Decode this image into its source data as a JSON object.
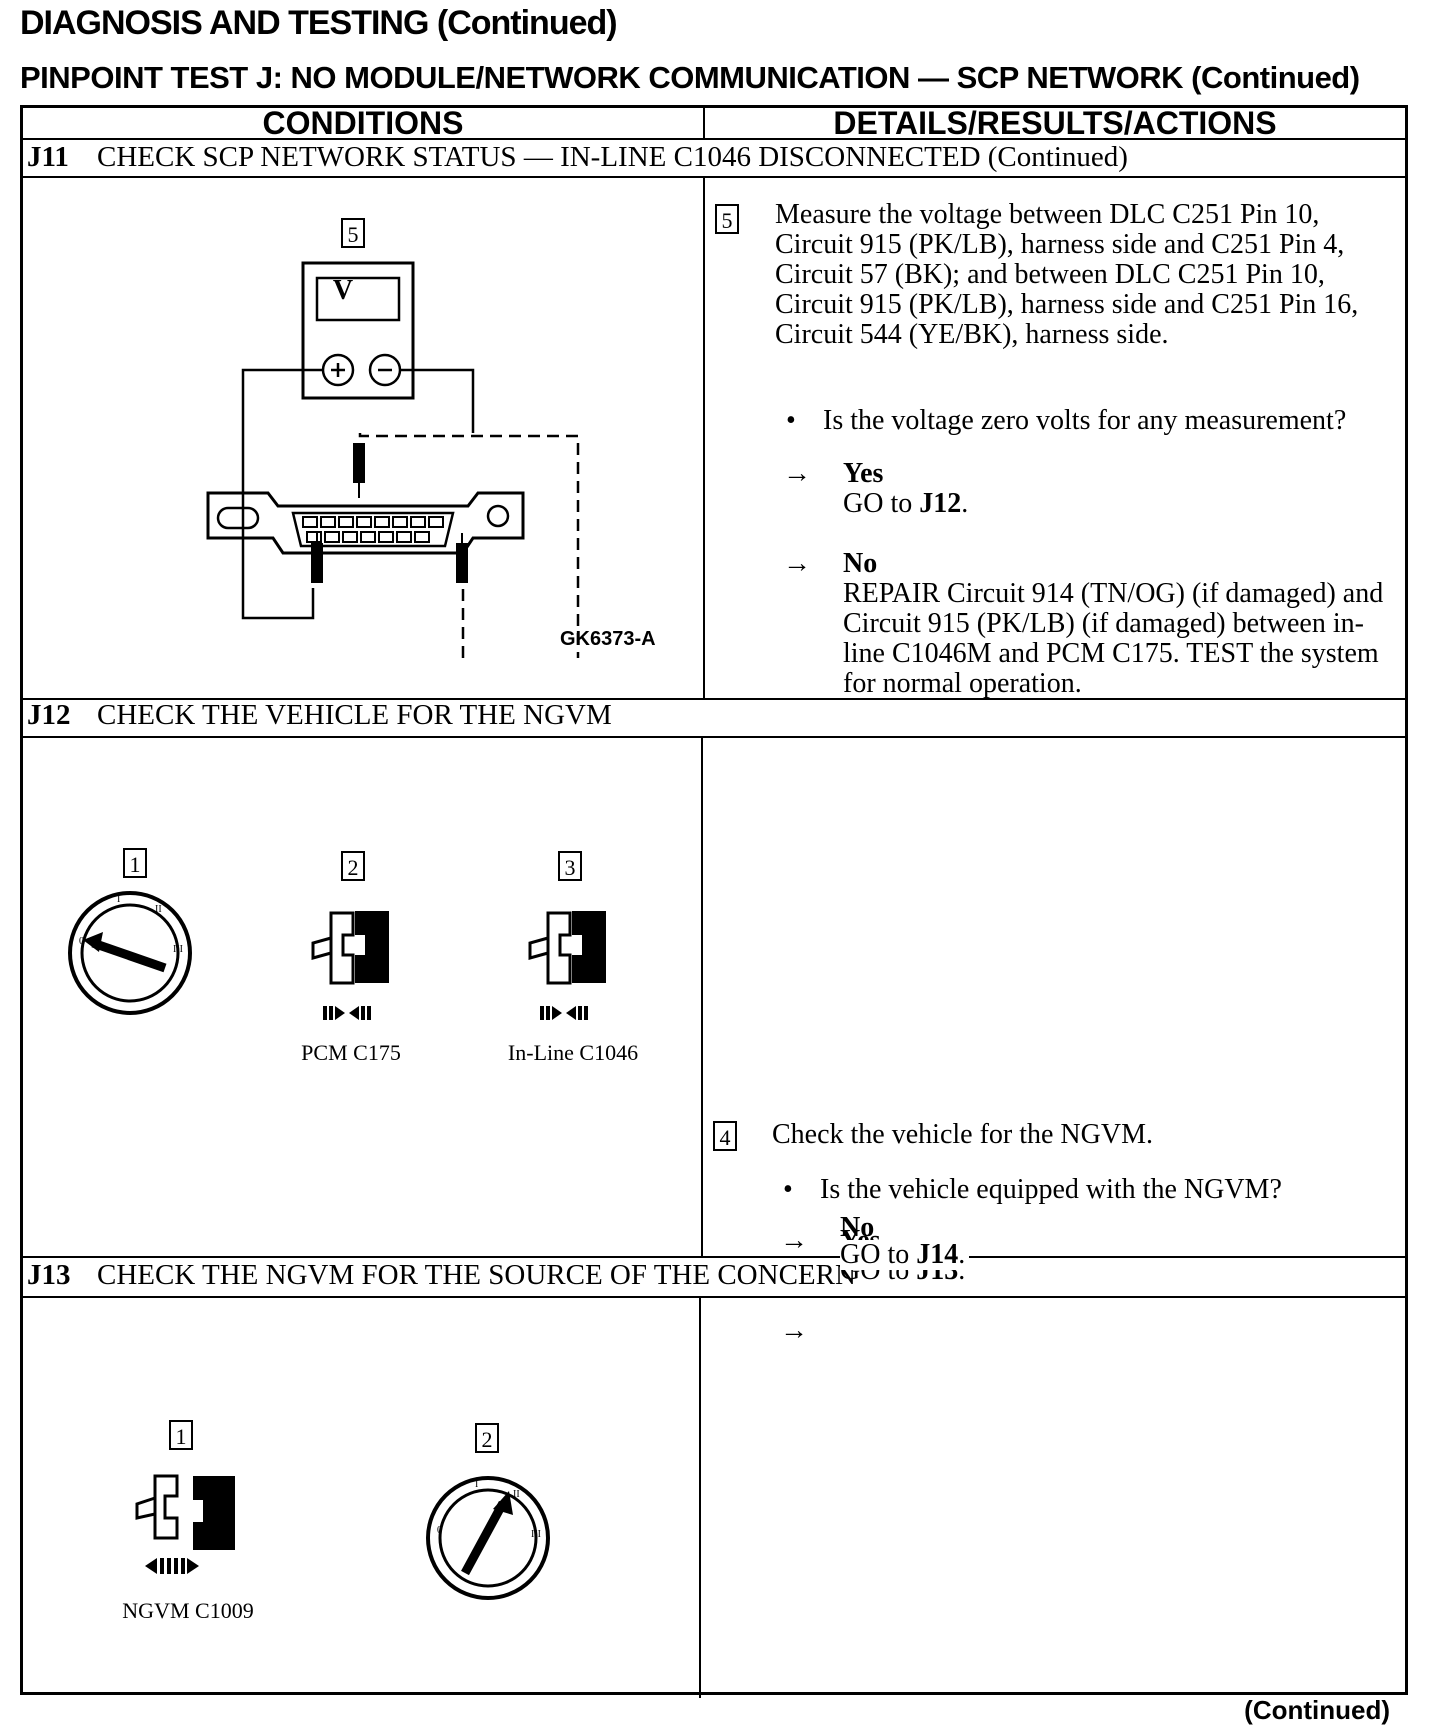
{
  "header": {
    "title": "DIAGNOSIS AND TESTING (Continued)",
    "section": "PINPOINT TEST J: NO MODULE/NETWORK COMMUNICATION — SCP NETWORK (Continued)"
  },
  "table": {
    "col_conditions": "CONDITIONS",
    "col_details": "DETAILS/RESULTS/ACTIONS"
  },
  "j11": {
    "id": "J11",
    "title": "CHECK SCP NETWORK STATUS — IN-LINE C1046 DISCONNECTED (Continued)",
    "fig_step": "5",
    "meter_label": "V",
    "fig_code": "GK6373-A",
    "step_num": "5",
    "instruction": "Measure the voltage between DLC C251 Pin 10, Circuit 915 (PK/LB), harness side and C251 Pin 4, Circuit 57 (BK); and between DLC C251 Pin 10, Circuit 915 (PK/LB), harness side and C251 Pin 16, Circuit 544 (YE/BK), harness side.",
    "question": "Is the voltage zero volts for any measurement?",
    "yes_label": "Yes",
    "yes_action_prefix": "GO to ",
    "yes_action_target": "J12",
    "no_label": "No",
    "no_action": "REPAIR Circuit 914 (TN/OG) (if damaged) and Circuit 915 (PK/LB) (if damaged) between in-line C1046M and PCM C175. TEST the system for normal operation."
  },
  "j12": {
    "id": "J12",
    "title": "CHECK THE VEHICLE FOR THE NGVM",
    "fig1_step": "1",
    "fig2_step": "2",
    "fig3_step": "3",
    "fig2_caption": "PCM C175",
    "fig3_caption": "In-Line C1046",
    "step_num": "4",
    "instruction": "Check the vehicle for the NGVM.",
    "question": "Is the vehicle equipped with the NGVM?",
    "yes_label": "Yes",
    "yes_action_prefix": "GO to ",
    "yes_action_target": "J13",
    "no_label": "No",
    "no_action_prefix": "GO to ",
    "no_action_target": "J14"
  },
  "j13": {
    "id": "J13",
    "title": "CHECK THE NGVM FOR THE SOURCE OF THE CONCERN",
    "fig1_step": "1",
    "fig2_step": "2",
    "fig1_caption": "NGVM C1009"
  },
  "footer": {
    "continued": "(Continued)"
  },
  "icons": {
    "arrow": "right-arrow-icon",
    "bullet": "bullet-icon",
    "voltmeter": "voltmeter-icon",
    "dlc": "dlc-connector-icon",
    "ignition": "ignition-switch-icon",
    "connector": "connector-disconnect-icon"
  }
}
